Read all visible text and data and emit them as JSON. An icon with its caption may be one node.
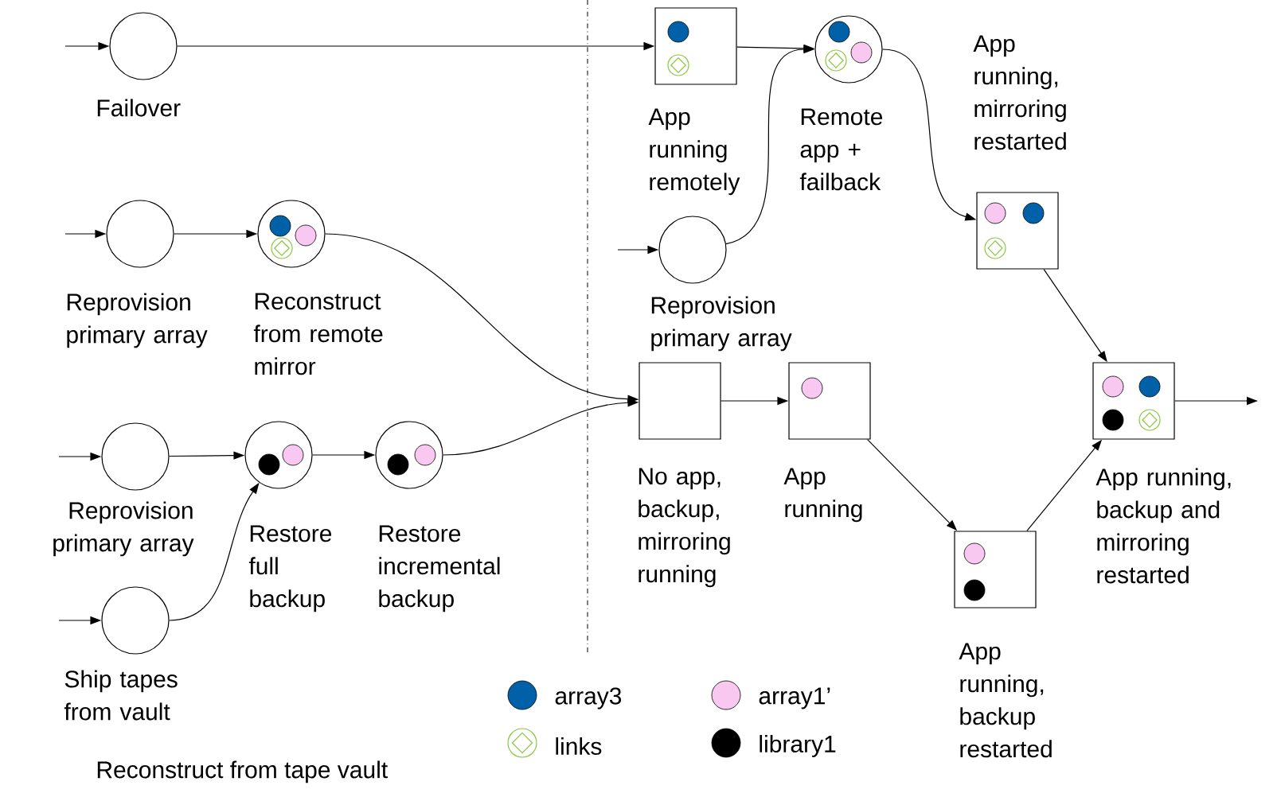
{
  "diagram": {
    "nodes": [
      {
        "text": [
          "Failover"
        ]
      },
      {
        "text": [
          "App running remotely"
        ]
      },
      {
        "text": [
          "Remote app + failback"
        ]
      },
      {
        "text": [
          "Reprovision primary array"
        ]
      },
      {
        "text": [
          "App running, mirroring restarted"
        ]
      },
      {
        "text": [
          "Reprovision primary array"
        ]
      },
      {
        "text": [
          "Reconstruct from remote mirror"
        ]
      },
      {
        "text": [
          "Reprovision primary array"
        ]
      },
      {
        "text": [
          "Ship tapes from vault"
        ]
      },
      {
        "text": [
          "Restore full backup"
        ]
      },
      {
        "text": [
          "Restore incremental backup"
        ]
      },
      {
        "text": [
          "No app, backup, mirroring running"
        ]
      },
      {
        "text": [
          "App running"
        ]
      },
      {
        "text": [
          "App running, backup restarted"
        ]
      },
      {
        "text": [
          "App running, backup and mirroring restarted"
        ]
      }
    ],
    "edges": [
      {
        "from": null,
        "to": 0,
        "arrow": "to"
      },
      {
        "from": 0,
        "to": 1,
        "arrow": "to"
      },
      {
        "from": 1,
        "to": 2,
        "arrow": "to"
      },
      {
        "from": null,
        "to": 3,
        "arrow": "to"
      },
      {
        "from": 3,
        "to": 2,
        "arrow": "to"
      },
      {
        "from": 2,
        "to": 4,
        "arrow": "to"
      },
      {
        "from": null,
        "to": 5,
        "arrow": "to"
      },
      {
        "from": 5,
        "to": 6,
        "arrow": "to"
      },
      {
        "from": 6,
        "to": 11,
        "arrow": "to"
      },
      {
        "from": null,
        "to": 7,
        "arrow": "to"
      },
      {
        "from": null,
        "to": 8,
        "arrow": "to"
      },
      {
        "from": 7,
        "to": 9,
        "arrow": "to"
      },
      {
        "from": 8,
        "to": 9,
        "arrow": "to"
      },
      {
        "from": 9,
        "to": 10,
        "arrow": "to"
      },
      {
        "from": 10,
        "to": 11,
        "arrow": "to"
      },
      {
        "from": 11,
        "to": 12,
        "arrow": "to"
      },
      {
        "from": 12,
        "to": 13,
        "arrow": "to"
      },
      {
        "from": 4,
        "to": 14,
        "arrow": "to"
      },
      {
        "from": 13,
        "to": 14,
        "arrow": "to"
      },
      {
        "from": 14,
        "to": null,
        "arrow": "to"
      }
    ],
    "labels": [
      "Reconstruct from tape vault"
    ],
    "legend": [
      {
        "text": "array3",
        "color": "#0060a8"
      },
      {
        "text": "array1’",
        "color": "#f9c8f0"
      },
      {
        "text": "links"
      },
      {
        "text": "library1",
        "color": "#000000"
      }
    ]
  }
}
